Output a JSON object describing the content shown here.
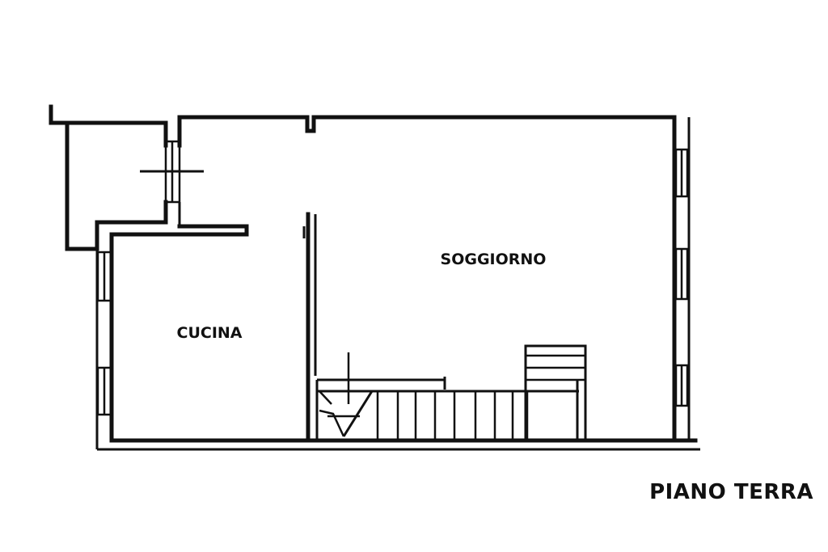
{
  "rooms": {
    "living_room": "SOGGIORNO",
    "kitchen": "CUCINA"
  },
  "plan_title": "PIANO TERRA",
  "colors": {
    "ink": "#111111",
    "background": "#ffffff"
  }
}
